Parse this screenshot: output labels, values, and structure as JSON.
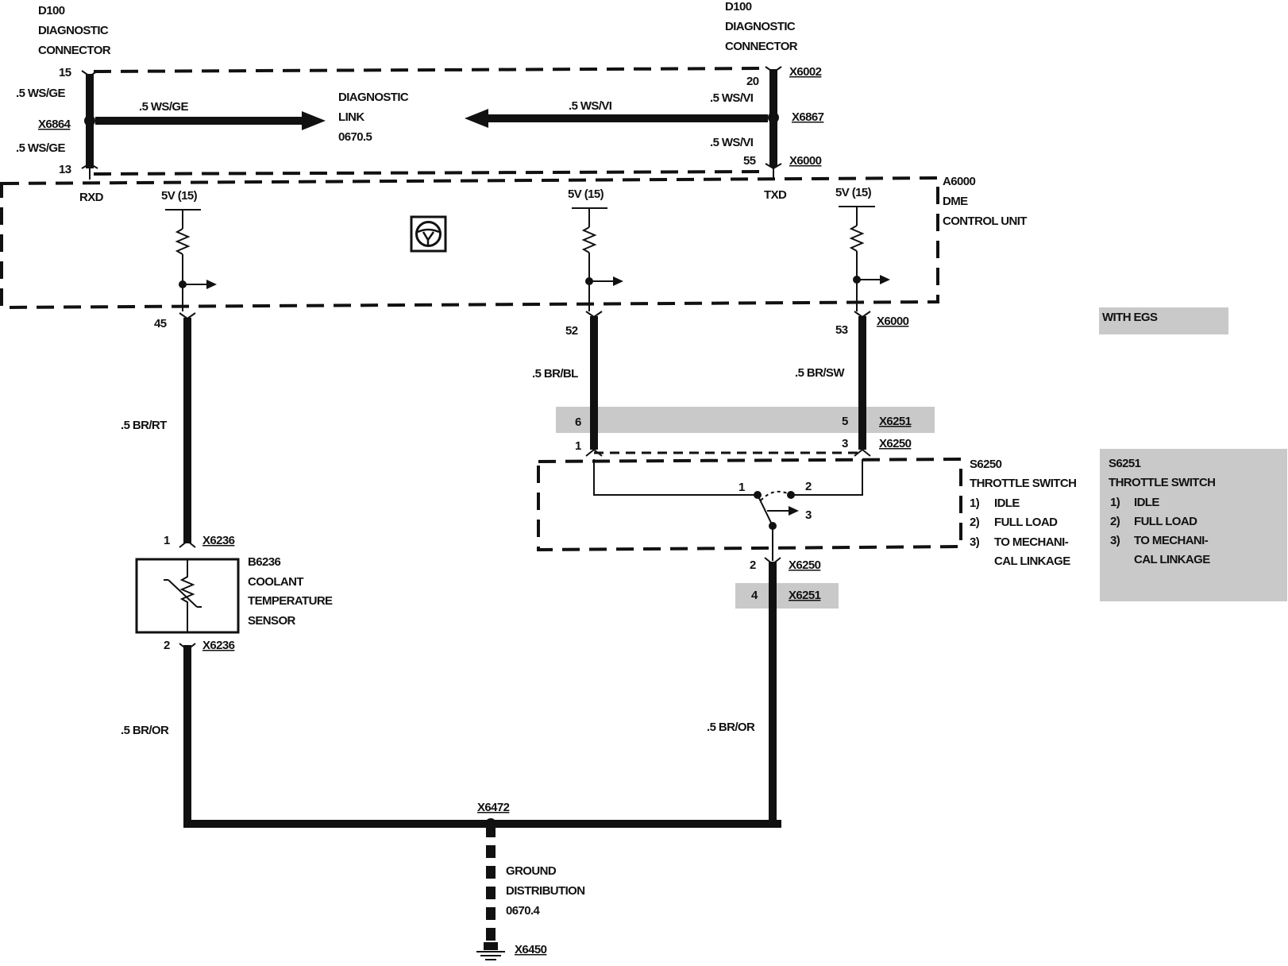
{
  "colors": {
    "line": "#111111",
    "shade": "#c9c9c9",
    "background": "#ffffff"
  },
  "icons": [
    "steering-wheel-icon",
    "ground-icon",
    "resistor-icon",
    "switch-icon"
  ],
  "d100_left": {
    "ref": "D100",
    "line1": "DIAGNOSTIC",
    "line2": "CONNECTOR",
    "pin_top": "15",
    "pin_bottom": "13",
    "wire_top": ".5 WS/GE",
    "wire_bottom": ".5 WS/GE",
    "splice": "X6864",
    "signal": "RXD"
  },
  "d100_right": {
    "ref": "D100",
    "line1": "DIAGNOSTIC",
    "line2": "CONNECTOR",
    "pin_top": "20",
    "pin_bottom": "55",
    "connector_top": "X6002",
    "connector_bottom": "X6000",
    "wire_top": ".5 WS/VI",
    "wire_bottom": ".5 WS/VI",
    "splice": "X6867",
    "signal": "TXD"
  },
  "diag_link": {
    "wire_left": ".5 WS/GE",
    "wire_right": ".5 WS/VI",
    "line1": "DIAGNOSTIC",
    "line2": "LINK",
    "line3": "0670.5"
  },
  "dme": {
    "ref": "A6000",
    "line1": "DME",
    "line2": "CONTROL UNIT",
    "supply": "5V (15)",
    "connector": "X6000",
    "pins": [
      "45",
      "52",
      "53"
    ]
  },
  "wires": {
    "coolant": ".5 BR/RT",
    "idle": ".5 BR/BL",
    "full_load": ".5 BR/SW",
    "ground_left": ".5 BR/OR",
    "ground_right": ".5 BR/OR"
  },
  "with_egs": "WITH EGS",
  "x6251": {
    "label": "X6251",
    "pin_a": "6",
    "pin_b": "5",
    "pin_c": "4"
  },
  "x6250": {
    "label": "X6250",
    "pin_a": "1",
    "pin_b": "3",
    "pin_c": "2"
  },
  "switch_pins": [
    "1",
    "2",
    "3"
  ],
  "s6250": {
    "ref": "S6250",
    "title": "THROTTLE SWITCH",
    "items": [
      {
        "num": "1)",
        "text": "IDLE"
      },
      {
        "num": "2)",
        "text": "FULL LOAD"
      },
      {
        "num": "3)",
        "text": "TO MECHANI-"
      },
      {
        "num": "",
        "text": "CAL LINKAGE"
      }
    ]
  },
  "s6251": {
    "ref": "S6251",
    "title": "THROTTLE SWITCH",
    "items": [
      {
        "num": "1)",
        "text": "IDLE"
      },
      {
        "num": "2)",
        "text": "FULL LOAD"
      },
      {
        "num": "3)",
        "text": "TO MECHANI-"
      },
      {
        "num": "",
        "text": "CAL LINKAGE"
      }
    ]
  },
  "coolant_sensor": {
    "ref": "B6236",
    "line1": "COOLANT",
    "line2": "TEMPERATURE",
    "line3": "SENSOR",
    "connector": "X6236",
    "pin_top": "1",
    "pin_bottom": "2"
  },
  "ground": {
    "splice": "X6472",
    "line1": "GROUND",
    "line2": "DISTRIBUTION",
    "line3": "0670.4",
    "point": "X6450"
  }
}
